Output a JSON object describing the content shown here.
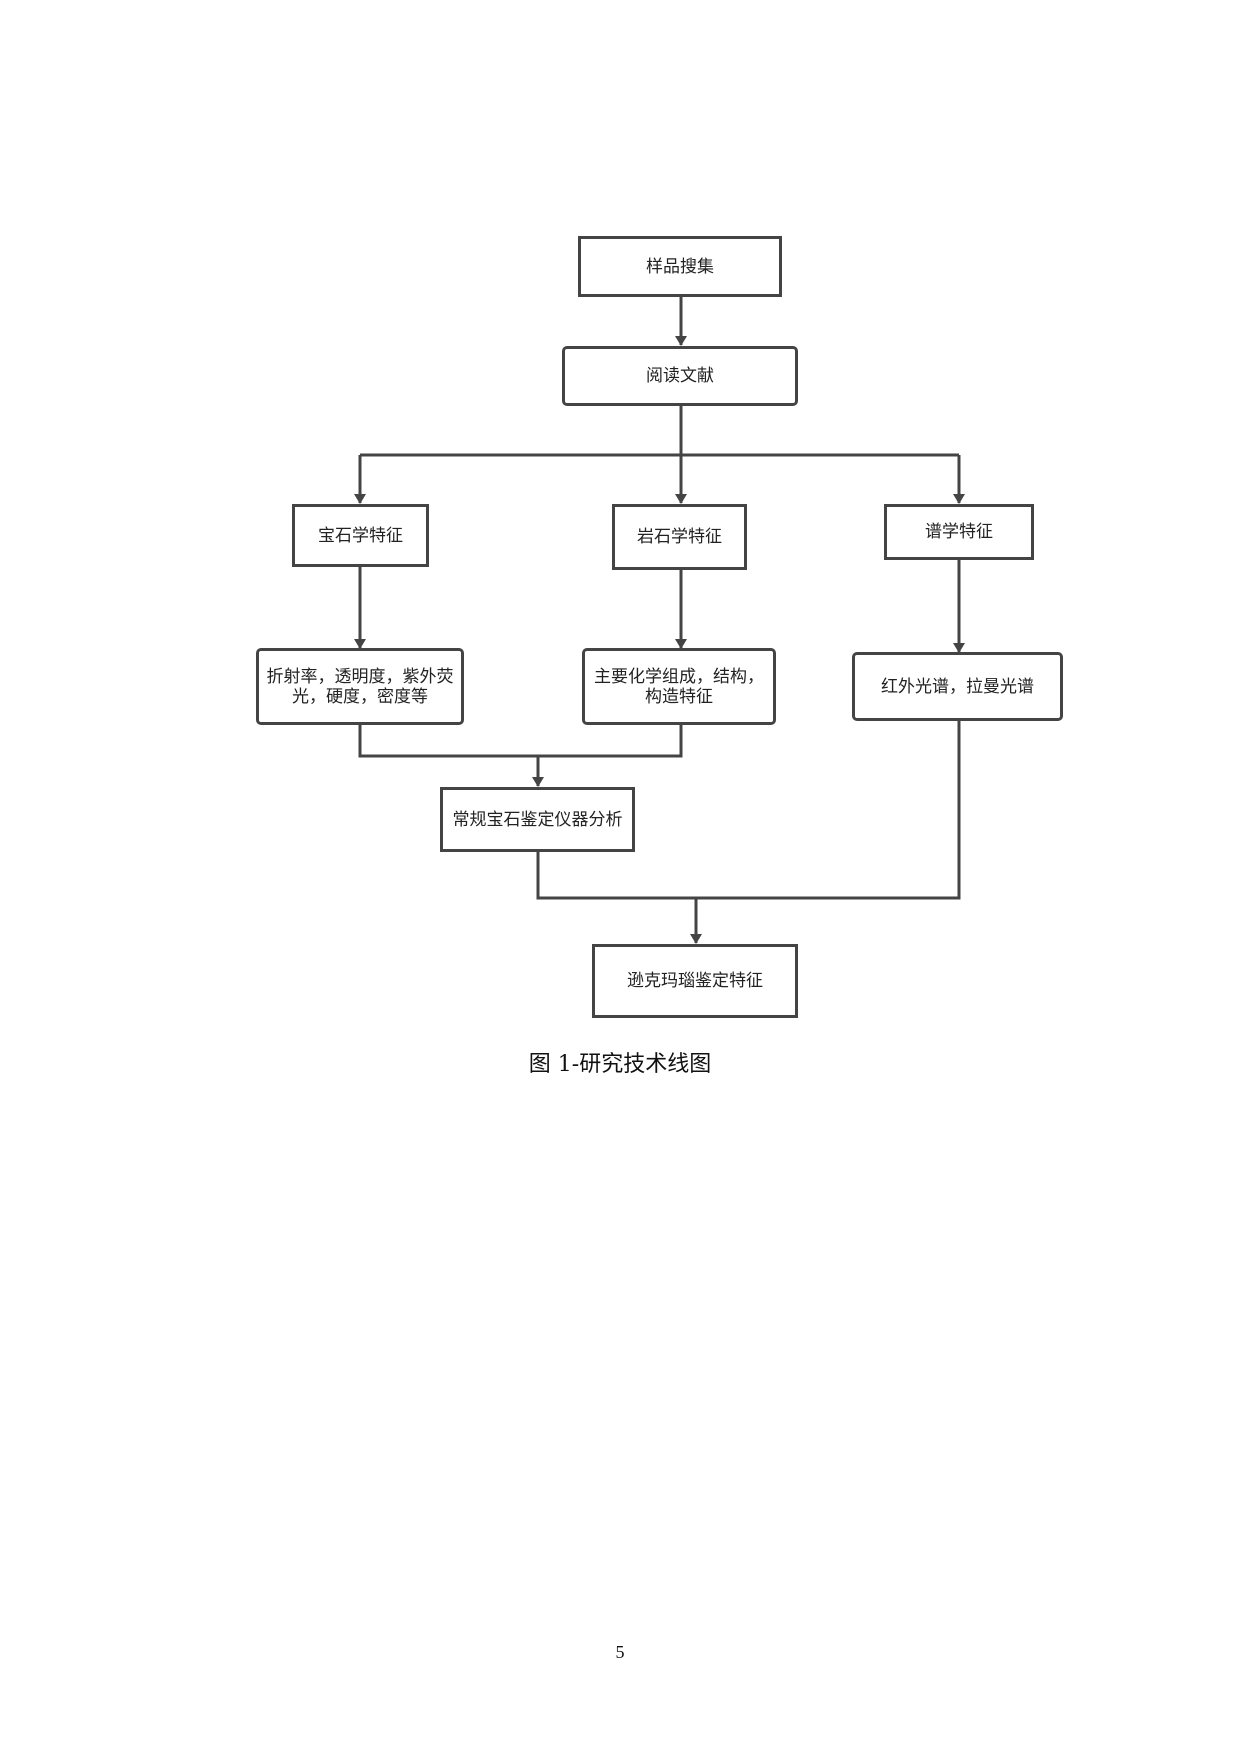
{
  "diagram": {
    "nodes": {
      "sample_collection": "样品搜集",
      "literature_reading": "阅读文献",
      "gemological_features": "宝石学特征",
      "petrological_features": "岩石学特征",
      "spectral_features": "谱学特征",
      "gem_properties": "折射率，透明度，紫外荧\n光，硬度，密度等",
      "chemical_structure": "主要化学组成，结构，\n构造特征",
      "spectra": "红外光谱，拉曼光谱",
      "conventional_analysis": "常规宝石鉴定仪器分析",
      "identification_features": "逊克玛瑙鉴定特征"
    },
    "edges": [
      [
        "sample_collection",
        "literature_reading"
      ],
      [
        "literature_reading",
        "gemological_features"
      ],
      [
        "literature_reading",
        "petrological_features"
      ],
      [
        "literature_reading",
        "spectral_features"
      ],
      [
        "gemological_features",
        "gem_properties"
      ],
      [
        "petrological_features",
        "chemical_structure"
      ],
      [
        "spectral_features",
        "spectra"
      ],
      [
        "gem_properties",
        "conventional_analysis"
      ],
      [
        "chemical_structure",
        "conventional_analysis"
      ],
      [
        "conventional_analysis",
        "identification_features"
      ],
      [
        "spectra",
        "identification_features"
      ]
    ],
    "line_color": "#444444"
  },
  "caption": "图 1-研究技术线图",
  "page_number": "5"
}
